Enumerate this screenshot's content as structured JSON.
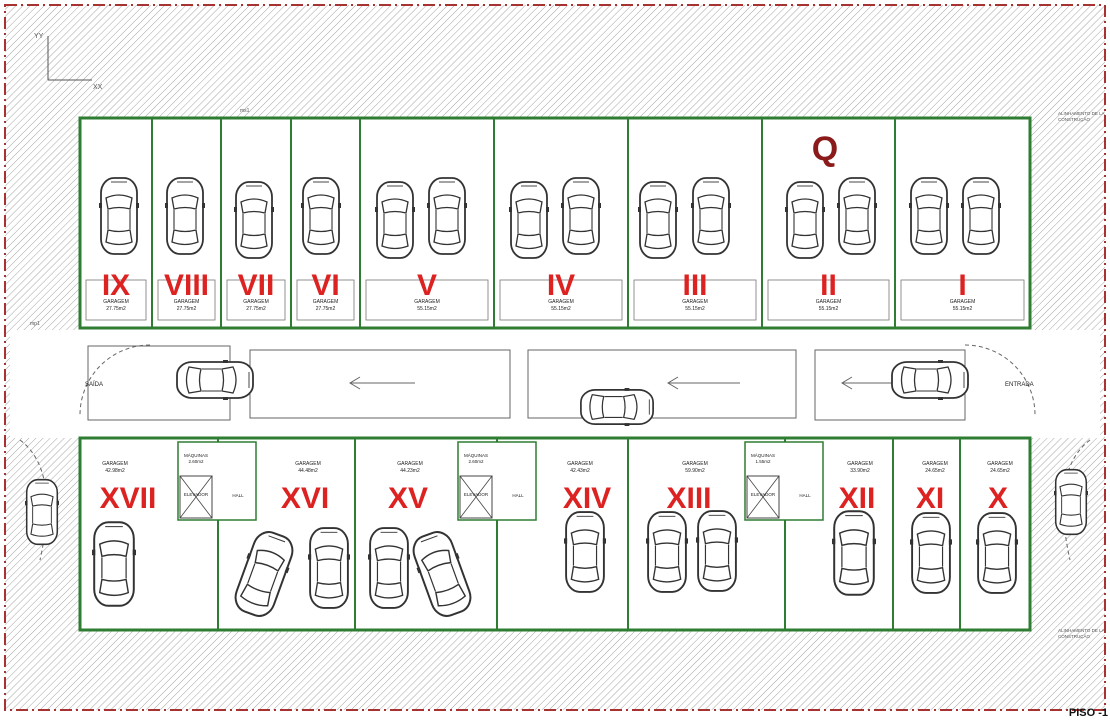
{
  "floor_label": "PISO -1",
  "zone_marker": "Q",
  "colors": {
    "roman": "#dd2222",
    "q": "#8b1a1a",
    "wall": "#2e7d32",
    "boundary": "#a83232",
    "hatch": "#9a9a9a"
  },
  "axes": {
    "y": "YY",
    "x": "XX"
  },
  "annotations": {
    "right_top": [
      "ALINHAMENTO DE LA",
      "CONSTRUÇÃO"
    ],
    "right_bottom": [
      "ALINHAMENTO DE LA",
      "CONSTRUÇÃO"
    ],
    "level": "ms1",
    "level_mp": "mp1"
  },
  "entrance": "ENTRADA",
  "exit": "SAÍDA",
  "top_garages": [
    {
      "num": "IX",
      "label": "GARAGEM",
      "area": "27.75m2"
    },
    {
      "num": "VIII",
      "label": "GARAGEM",
      "area": "27.75m2"
    },
    {
      "num": "VII",
      "label": "GARAGEM",
      "area": "27.75m2"
    },
    {
      "num": "VI",
      "label": "GARAGEM",
      "area": "27.75m2"
    },
    {
      "num": "V",
      "label": "GARAGEM",
      "area": "55.15m2"
    },
    {
      "num": "IV",
      "label": "GARAGEM",
      "area": "55.15m2"
    },
    {
      "num": "III",
      "label": "GARAGEM",
      "area": "55.15m2"
    },
    {
      "num": "II",
      "label": "GARAGEM",
      "area": "55.15m2"
    },
    {
      "num": "I",
      "label": "GARAGEM",
      "area": "55.15m2"
    }
  ],
  "bottom_garages": [
    {
      "num": "XVII",
      "label": "GARAGEM",
      "area": "42.98m2"
    },
    {
      "num": "XVI",
      "label": "GARAGEM",
      "area": "44.48m2"
    },
    {
      "num": "XV",
      "label": "GARAGEM",
      "area": "44.23m2"
    },
    {
      "num": "XIV",
      "label": "GARAGEM",
      "area": "42.43m2"
    },
    {
      "num": "XIII",
      "label": "GARAGEM",
      "area": "59.90m2"
    },
    {
      "num": "XII",
      "label": "GARAGEM",
      "area": "33.90m2"
    },
    {
      "num": "XI",
      "label": "GARAGEM",
      "area": "24.65m2"
    },
    {
      "num": "X",
      "label": "GARAGEM",
      "area": "24.65m2"
    }
  ],
  "service_rooms": [
    {
      "machines": "MÁQUINAS",
      "machines_area": "2.60m2",
      "elevator": "ELEVADOR",
      "hall": "HALL"
    },
    {
      "machines": "MÁQUINAS",
      "machines_area": "2.60m2",
      "elevator": "ELEVADOR",
      "hall": "HALL"
    },
    {
      "machines": "MÁQUINAS",
      "machines_area": "1.55m2",
      "elevator": "ELEVADOR",
      "hall": "HALL"
    }
  ]
}
